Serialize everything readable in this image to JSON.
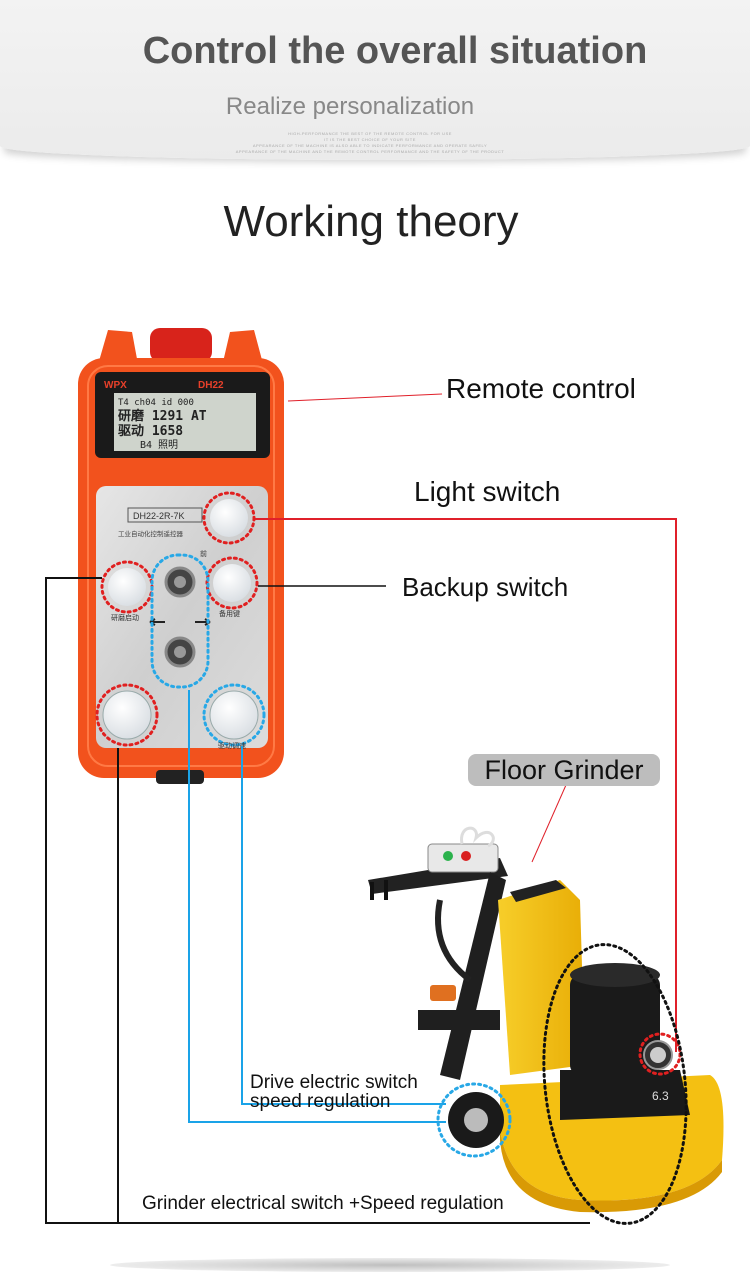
{
  "header": {
    "title": "Control the overall situation",
    "subtitle": "Realize personalization",
    "fine_print": [
      "HIGH-PERFORMANCE THE BEST OF THE REMOTE CONTROL FOR USE",
      "IT IS THE BEST CHOICE OF YOUR SITE",
      "APPEARANCE OF THE MACHINE IS ALSO ABLE TO INDICATE PERFORMANCE AND OPERATE SAFELY",
      "APPEARANCE OF THE MACHINE AND THE REMOTE CONTROL PERFORMANCE AND THE SAFETY OF THE PRODUCT"
    ]
  },
  "section": {
    "title": "Working theory"
  },
  "labels": {
    "remote_control": "Remote control",
    "light_switch": "Light switch",
    "backup_switch": "Backup switch",
    "floor_grinder": "Floor Grinder",
    "drive_line1": "Drive electric switch",
    "drive_line2": "speed regulation",
    "grinder": "Grinder electrical switch +Speed regulation"
  },
  "remote": {
    "brand": "WPX",
    "model_badge": "DH22",
    "screen_line1": "T4  ch04  id   000",
    "screen_line2": "研磨 1291  AT",
    "screen_line3": "驱动 1658",
    "screen_line4": "B4 照明",
    "plate_model": "DH22-2R-7K",
    "plate_subtitle": "工业自动化控制遥控器",
    "btn_grind_start": "研磨启动",
    "btn_backup": "备用键",
    "btn_drive": "驱动调速",
    "joystick_up": "前"
  },
  "machine": {
    "motor_label": "6.3"
  },
  "colors": {
    "remote_orange": "#f2521d",
    "grinder_yellow": "#f5c211",
    "red_line": "#e0202a",
    "blue_line": "#1aa3e8",
    "black_line": "#111111",
    "red_dots": "#e02020",
    "blue_dots": "#28a8e6"
  }
}
